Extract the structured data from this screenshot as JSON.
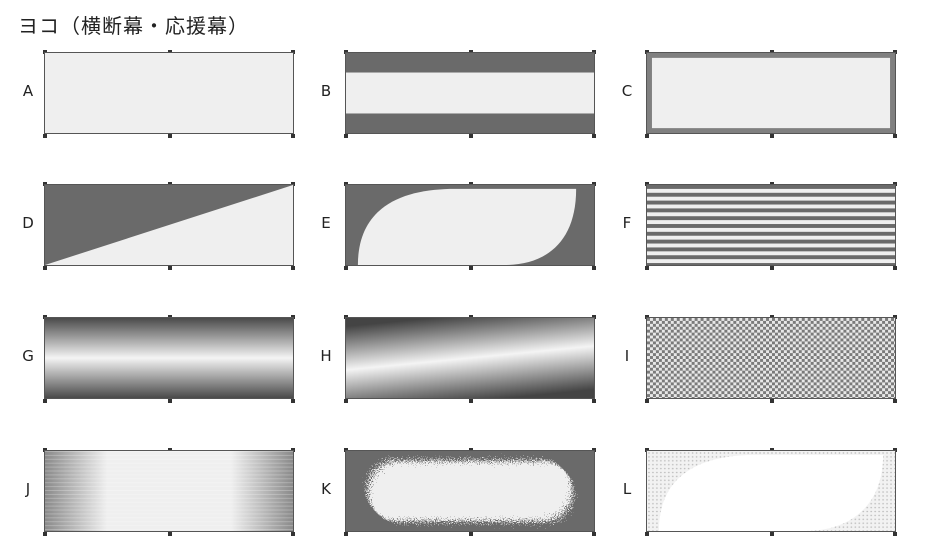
{
  "page": {
    "title": "ヨコ（横断幕・応援幕）"
  },
  "options": [
    {
      "id": "A",
      "pattern": "plain"
    },
    {
      "id": "B",
      "pattern": "top-bottom-bands"
    },
    {
      "id": "C",
      "pattern": "frame-border"
    },
    {
      "id": "D",
      "pattern": "diagonal-split"
    },
    {
      "id": "E",
      "pattern": "curved-wave"
    },
    {
      "id": "F",
      "pattern": "horizontal-stripes"
    },
    {
      "id": "G",
      "pattern": "horizontal-metallic-gradient"
    },
    {
      "id": "H",
      "pattern": "diagonal-metallic-gradient"
    },
    {
      "id": "I",
      "pattern": "checker-dots"
    },
    {
      "id": "J",
      "pattern": "side-fade"
    },
    {
      "id": "K",
      "pattern": "splatter-oval"
    },
    {
      "id": "L",
      "pattern": "dotted-wave"
    }
  ],
  "colors": {
    "dark": "#6a6a6a",
    "light": "#efefef",
    "white": "#ffffff"
  }
}
